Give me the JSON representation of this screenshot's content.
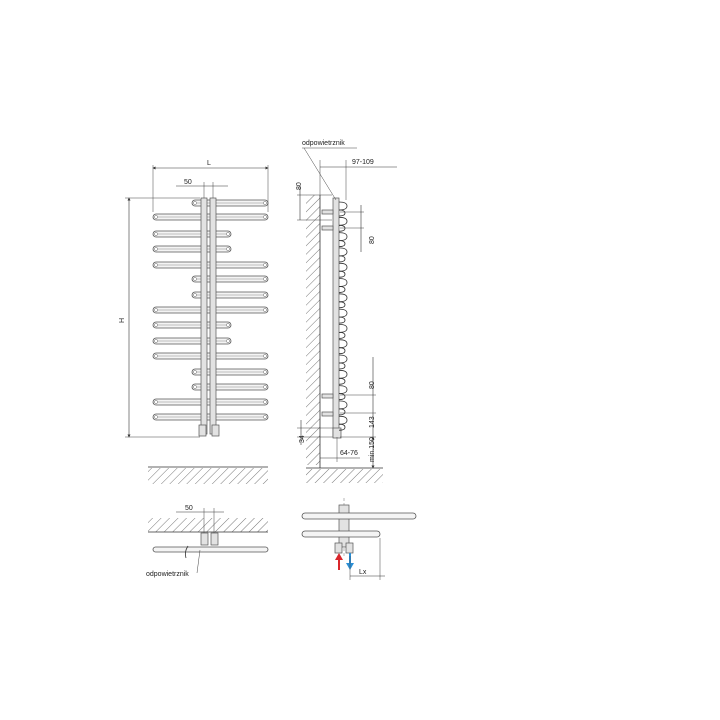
{
  "labels": {
    "L": "L",
    "H": "H",
    "w50_front": "50",
    "w50_top": "50",
    "odp_side": "odpowietrznik",
    "odp_top": "odpowietrznik",
    "d97_109": "97-109",
    "d80_top_left": "80",
    "d80_top_right": "80",
    "d80_bottom": "80",
    "d143": "143",
    "d34": "34",
    "d64_76": "64-76",
    "dmin150": "min.150",
    "Lx": "Lx"
  },
  "colors": {
    "supply_arrow": "#d9262b",
    "return_arrow": "#2a8fd6"
  },
  "icons": {
    "supply": "arrow-up-icon",
    "return": "arrow-down-icon"
  }
}
